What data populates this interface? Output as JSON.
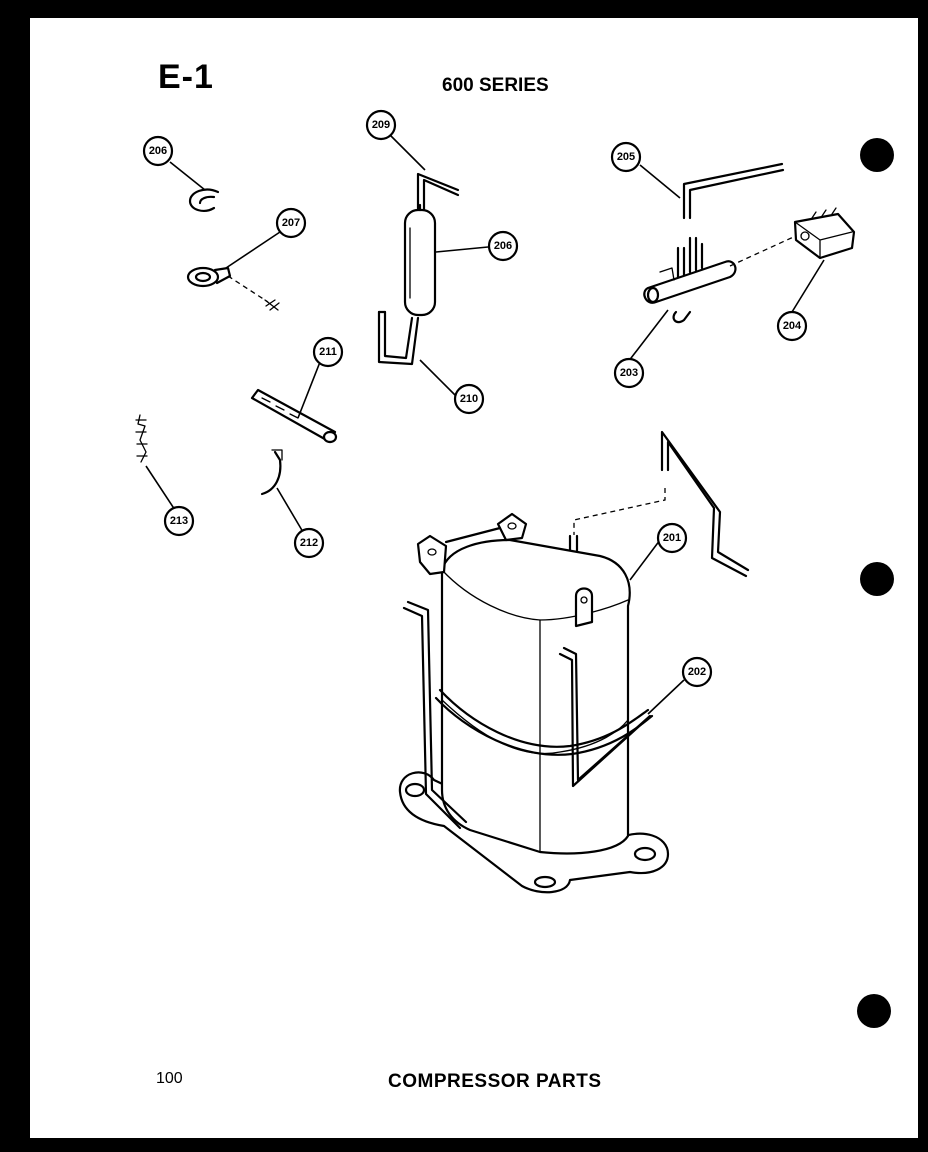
{
  "header": {
    "section_code": "E-1",
    "series": "600 SERIES"
  },
  "footer": {
    "page_number": "100",
    "title": "COMPRESSOR PARTS"
  },
  "callouts": {
    "c201": "201",
    "c202": "202",
    "c203": "203",
    "c204": "204",
    "c205": "205",
    "c206a": "206",
    "c206b": "206",
    "c207": "207",
    "c209": "209",
    "c210": "210",
    "c211": "211",
    "c212": "212",
    "c213": "213"
  },
  "colors": {
    "background": "#ffffff",
    "ink": "#000000"
  }
}
